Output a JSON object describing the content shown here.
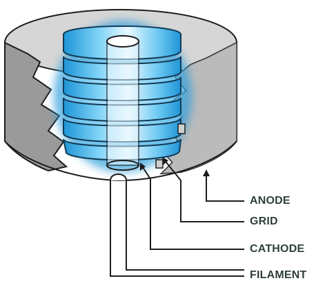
{
  "labels": {
    "anode": "ANODE",
    "grid": "GRID",
    "cathode": "CATHODE",
    "filament": "FILAMENT"
  },
  "colors": {
    "glow": "#3fb6ee",
    "glow_dark": "#1a8fd0",
    "anode_inner": "#8f8f8f",
    "anode_outer": "#d9d9d9",
    "ink": "#1c1c1c",
    "label": "#2f4036"
  }
}
